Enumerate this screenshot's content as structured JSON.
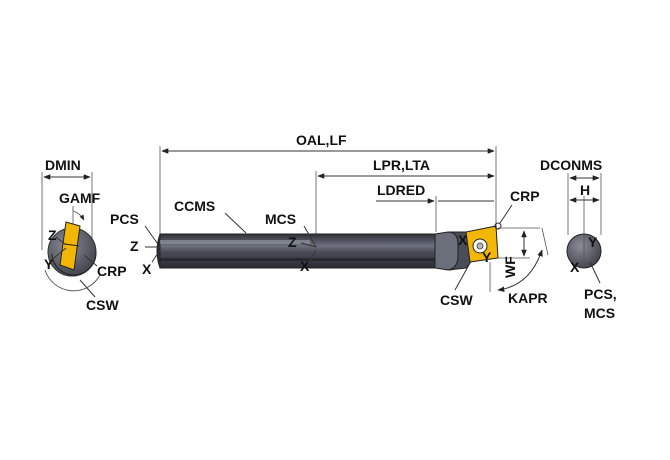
{
  "labels": {
    "dmin": "DMIN",
    "gamf": "GAMF",
    "pcs": "PCS",
    "ccms": "CCMS",
    "mcs": "MCS",
    "oal_lf": "OAL,LF",
    "lpr_lta": "LPR,LTA",
    "ldred": "LDRED",
    "crp_tip": "CRP",
    "crp_left": "CRP",
    "dconms": "DCONMS",
    "h": "H",
    "csw_left": "CSW",
    "csw_right": "CSW",
    "kapr": "KAPR",
    "wf": "WF",
    "pcs_mcs_line1": "PCS,",
    "pcs_mcs_line2": "MCS"
  },
  "axes": {
    "left_z": "Z",
    "left_y": "Y",
    "pcs_z": "Z",
    "pcs_x": "X",
    "mcs_z": "Z",
    "mcs_x": "X",
    "tip_x": "X",
    "tip_y": "Y",
    "end_y": "Y",
    "end_x": "X"
  },
  "colors": {
    "insert": "#f2b705",
    "bar_dark": "#3a3d47",
    "bar_mid": "#5a5e6b",
    "bar_light": "#8a8e9a",
    "end_view": "#5b5e68"
  }
}
